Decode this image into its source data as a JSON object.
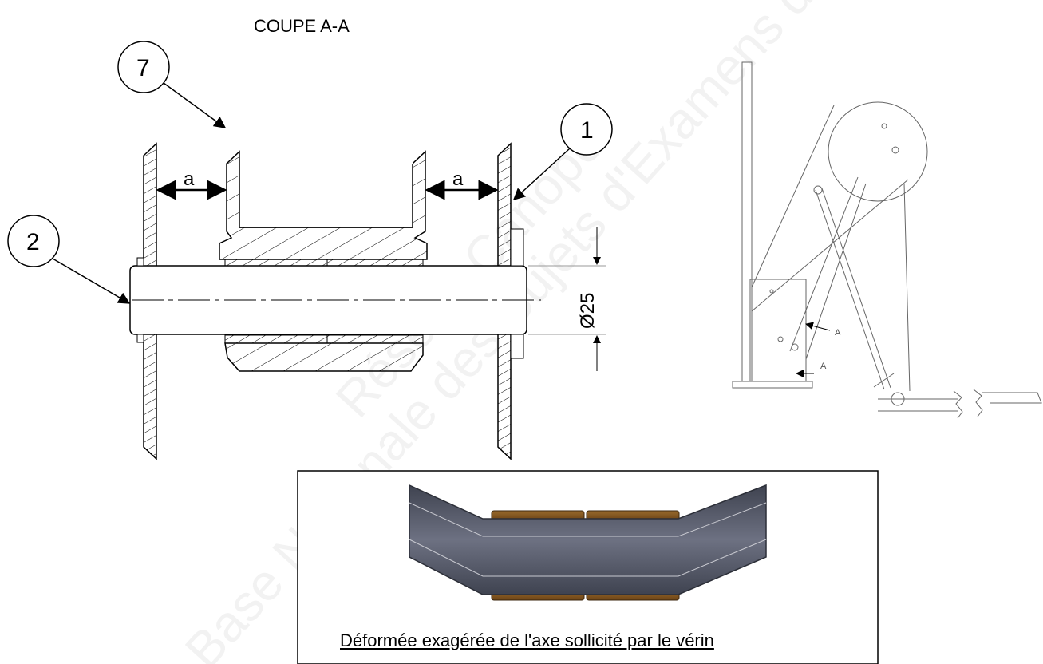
{
  "section_title": "COUPE A-A",
  "callouts": {
    "part_7": "7",
    "part_1": "1",
    "part_2": "2"
  },
  "dimensions": {
    "gap_left": "a",
    "gap_right": "a",
    "diameter": "Ø25"
  },
  "side_view": {
    "section_mark_1": "A",
    "section_mark_2": "A"
  },
  "caption": "Déformée exagérée de l'axe sollicité par le vérin",
  "watermark": {
    "line1": "Base Nationale des Sujets d'Examens de l'enseignement",
    "line2": "Réseau Canopé"
  },
  "colors": {
    "axle": "#4b4f5c",
    "axle_light": "#6c7080",
    "bushing": "#8a5a1e",
    "line": "#000000"
  }
}
